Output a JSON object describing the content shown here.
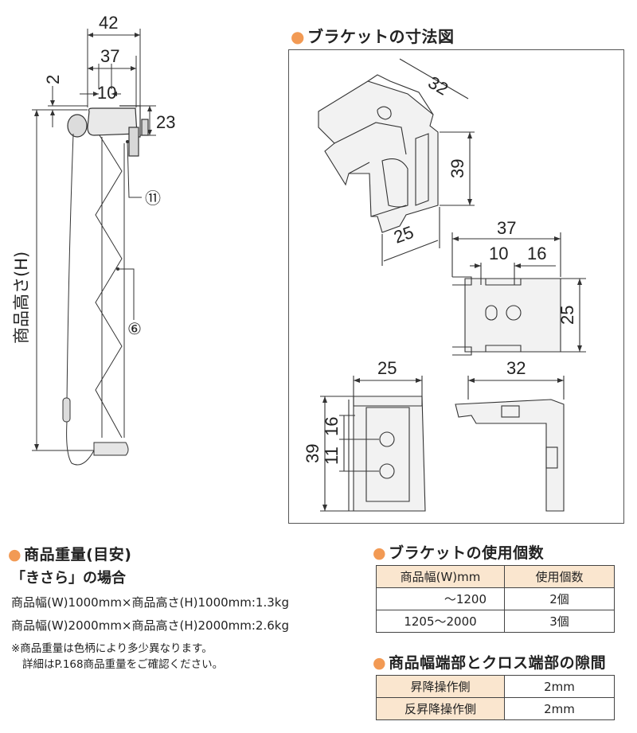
{
  "left_diagram": {
    "dims": {
      "d42": "42",
      "d37": "37",
      "d10": "10",
      "d2": "2",
      "d23": "23"
    },
    "callouts": {
      "c11": "⑪",
      "c6": "⑥"
    },
    "height_label": "商品高さ(H)"
  },
  "bracket_section": {
    "title": "ブラケットの寸法図",
    "iso_dims": {
      "w": "32",
      "h": "39",
      "d": "25"
    },
    "top_view_dims": {
      "w": "37",
      "a": "10",
      "b": "16",
      "h": "25"
    },
    "front_view_dims": {
      "w": "25",
      "h": "39",
      "a": "16",
      "b": "11"
    },
    "side_view_dims": {
      "w": "32"
    }
  },
  "weight": {
    "title": "商品重量(目安)",
    "subtitle": "「きさら」の場合",
    "lines": [
      "商品幅(W)1000mm×商品高さ(H)1000mm:1.3kg",
      "商品幅(W)2000mm×商品高さ(H)2000mm:2.6kg"
    ],
    "notes": [
      "※商品重量は色柄により多少異なります。",
      "詳細はP.168商品重量をご確認ください。"
    ]
  },
  "bracket_count": {
    "title": "ブラケットの使用個数",
    "headers": [
      "商品幅(W)mm",
      "使用個数"
    ],
    "rows": [
      [
        "〜1200",
        "2個"
      ],
      [
        "1205〜2000",
        "3個"
      ]
    ]
  },
  "gap": {
    "title": "商品幅端部とクロス端部の隙間",
    "rows": [
      [
        "昇降操作側",
        "2mm"
      ],
      [
        "反昇降操作側",
        "2mm"
      ]
    ]
  },
  "colors": {
    "accent_dot": "#f29a54",
    "table_header": "#fae6cf"
  }
}
